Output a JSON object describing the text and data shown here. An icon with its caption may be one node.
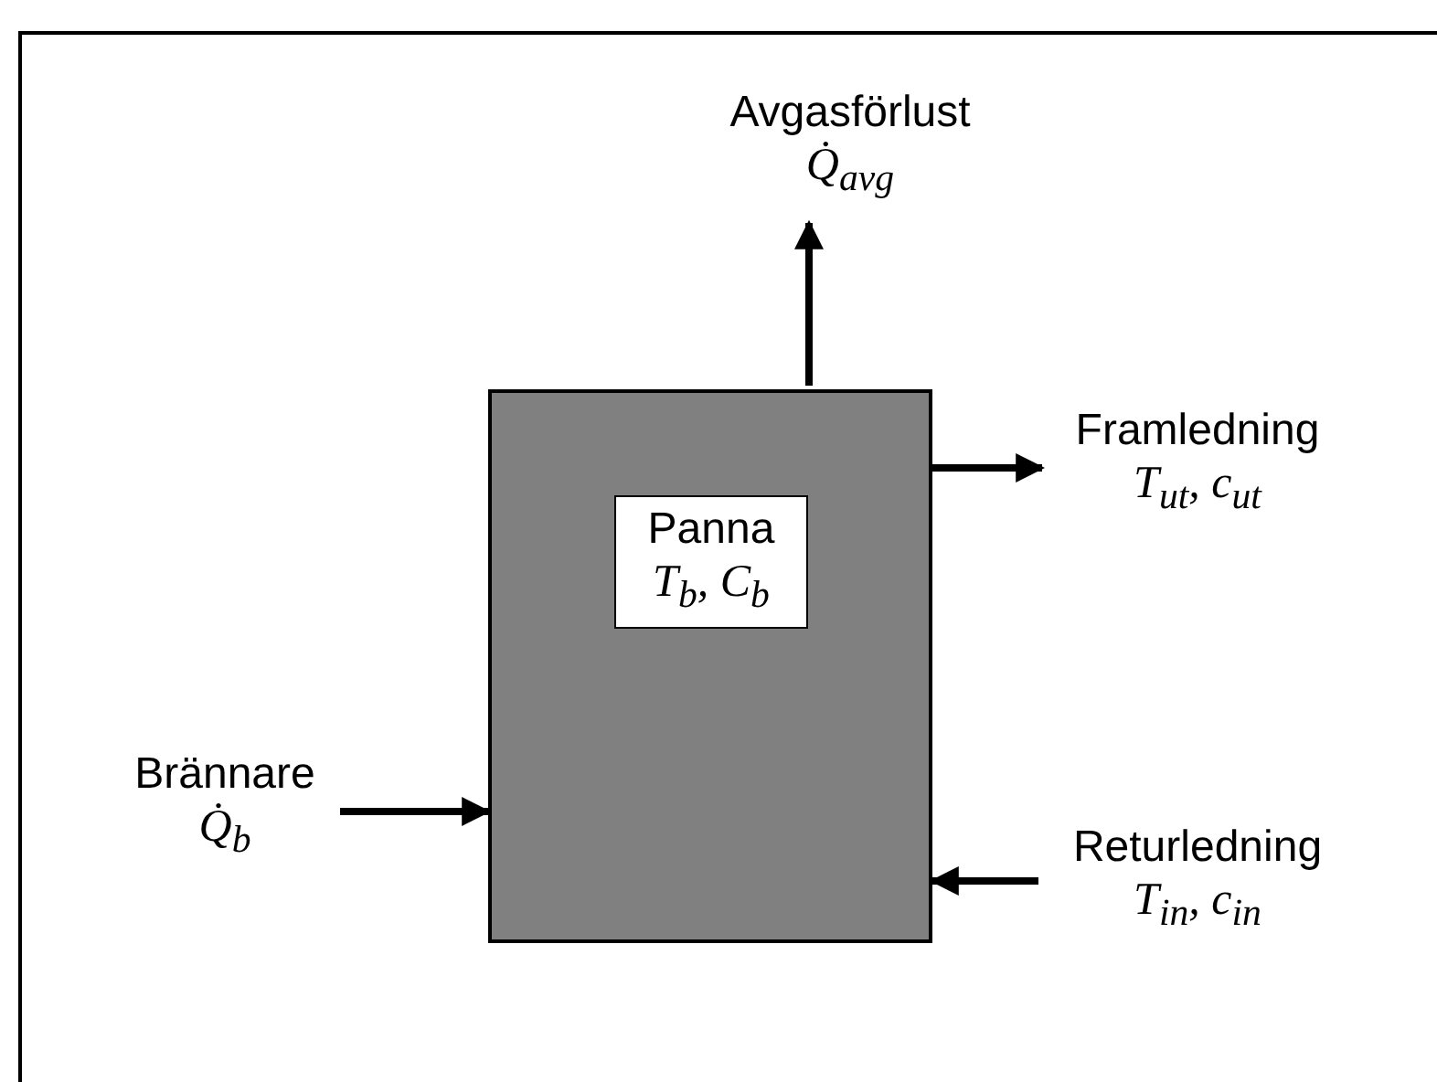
{
  "diagram": {
    "nodes": [
      {
        "text": [],
        "shape": "box"
      },
      {
        "text": [
          "Panna",
          "T$_{b}$, C$_{b}$"
        ],
        "in": 0
      },
      {
        "text": [
          "Avgasförlust",
          "Q̇$_{avg}$"
        ]
      },
      {
        "text": [
          "Framledning",
          "T$_{ut}$, c$_{ut}$"
        ]
      },
      {
        "text": [
          "Brännare",
          "Q̇$_{b}$"
        ]
      },
      {
        "text": [
          "Returledning",
          "T$_{in}$, c$_{in}$"
        ]
      }
    ],
    "edges": [
      {
        "from": 4,
        "to": 0,
        "arrow": "to"
      },
      {
        "from": 0,
        "to": 2,
        "arrow": "to"
      },
      {
        "from": 0,
        "to": 3,
        "arrow": "to"
      },
      {
        "from": 5,
        "to": 0,
        "arrow": "to"
      }
    ]
  }
}
